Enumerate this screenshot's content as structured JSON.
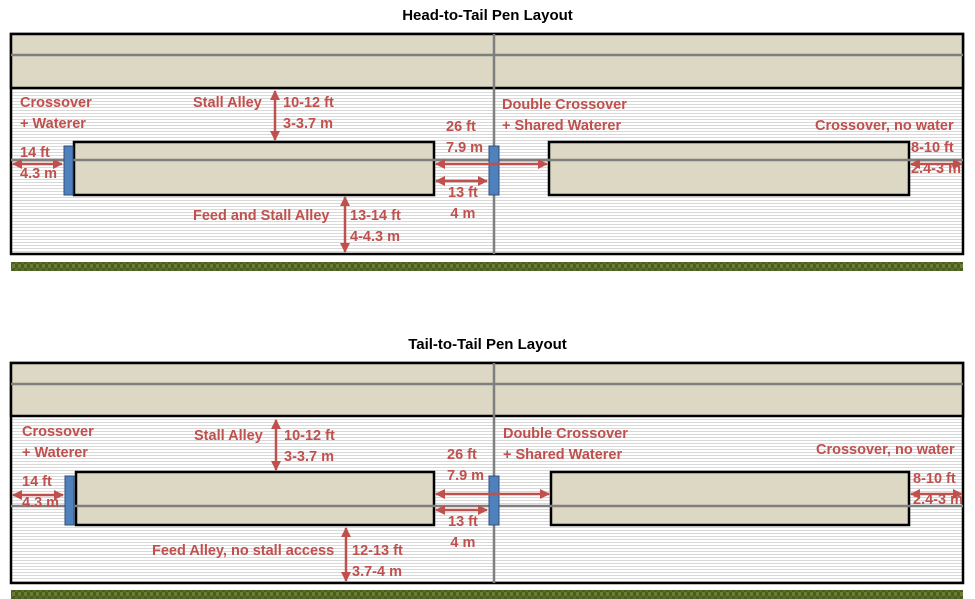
{
  "colors": {
    "label": "#c0504d",
    "stall_fill": "#ddd8c4",
    "waterer": "#4f81bd",
    "ground": "#556b2f",
    "alley_lines": "#d9d9d9"
  },
  "layout1": {
    "title": "Head-to-Tail Pen Layout",
    "crossover_waterer": [
      "Crossover",
      "+ Waterer"
    ],
    "stall_alley": "Stall Alley",
    "stall_alley_dim": [
      "10-12 ft",
      "3-3.7 m"
    ],
    "left_dim": [
      "14 ft",
      "4.3 m"
    ],
    "double_crossover": [
      "Double Crossover",
      "+ Shared Waterer"
    ],
    "crossover_dim": [
      "26 ft",
      "7.9 m"
    ],
    "waterer_gap_dim": [
      "13 ft",
      "4 m"
    ],
    "no_water": "Crossover, no water",
    "right_dim": [
      "8-10 ft",
      "2.4-3 m"
    ],
    "bottom_alley": "Feed and Stall Alley",
    "bottom_alley_dim": [
      "13-14 ft",
      "4-4.3 m"
    ]
  },
  "layout2": {
    "title": "Tail-to-Tail Pen Layout",
    "crossover_waterer": [
      "Crossover",
      "+ Waterer"
    ],
    "stall_alley": "Stall Alley",
    "stall_alley_dim": [
      "10-12 ft",
      "3-3.7 m"
    ],
    "left_dim": [
      "14 ft",
      "4.3 m"
    ],
    "double_crossover": [
      "Double Crossover",
      "+ Shared Waterer"
    ],
    "crossover_dim": [
      "26 ft",
      "7.9 m"
    ],
    "waterer_gap_dim": [
      "13 ft",
      "4 m"
    ],
    "no_water": "Crossover, no water",
    "right_dim": [
      "8-10 ft",
      "2.4-3 m"
    ],
    "bottom_alley": "Feed Alley, no stall access",
    "bottom_alley_dim": [
      "12-13 ft",
      "3.7-4 m"
    ]
  }
}
